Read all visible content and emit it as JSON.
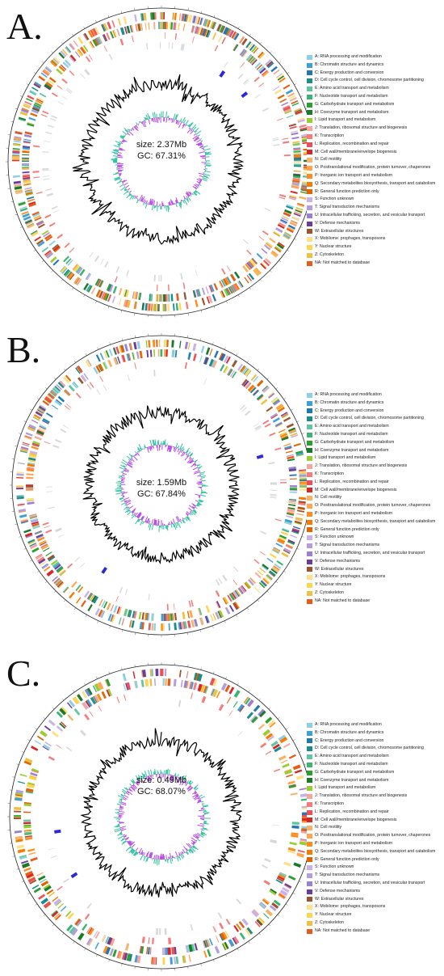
{
  "cog_categories": [
    {
      "label": "A: RNA processing and modification",
      "color": "#8ecfe8"
    },
    {
      "label": "B: Chromatin structure and dynamics",
      "color": "#3fa0d8"
    },
    {
      "label": "C: Energy production and conversion",
      "color": "#1f77b4"
    },
    {
      "label": "D: Cell cycle control, cell division, chromosome partitioning",
      "color": "#1a8c8c"
    },
    {
      "label": "E: Amino acid transport and metabolism",
      "color": "#5fc6a0"
    },
    {
      "label": "F: Nucleotide transport and metabolism",
      "color": "#3cb371"
    },
    {
      "label": "G: Carbohydrate transport and metabolism",
      "color": "#2ca02c"
    },
    {
      "label": "H: Coenzyme transport and metabolism",
      "color": "#1b7a2a"
    },
    {
      "label": "I: Lipid transport and metabolism",
      "color": "#9acd32"
    },
    {
      "label": "J: Translation, ribosomal structure and biogenesis",
      "color": "#f4a6a0"
    },
    {
      "label": "K: Transcription",
      "color": "#f47c7c"
    },
    {
      "label": "L: Replication, recombination and repair",
      "color": "#e8505b"
    },
    {
      "label": "M: Cell wall/membrane/envelope biogenesis",
      "color": "#d62728"
    },
    {
      "label": "N: Cell motility",
      "color": "#f7b267"
    },
    {
      "label": "O: Posttranslational modification, protein turnover, chaperones",
      "color": "#ffa64d"
    },
    {
      "label": "P: Inorganic ion transport and metabolism",
      "color": "#ff8c1a"
    },
    {
      "label": "Q: Secondary metabolites biosynthesis, transport and catabolism",
      "color": "#f57c00"
    },
    {
      "label": "R: General function prediction only",
      "color": "#e06500"
    },
    {
      "label": "S: Function unknown",
      "color": "#c9b3e6"
    },
    {
      "label": "T: Signal transduction mechanisms",
      "color": "#b39ddb"
    },
    {
      "label": "U: Intracellular trafficking, secretion, and vesicular transport",
      "color": "#9b7fd0"
    },
    {
      "label": "V: Defense mechanisms",
      "color": "#6a3d9a"
    },
    {
      "label": "W: Extracellular structures",
      "color": "#a0522d"
    },
    {
      "label": "X: Mobilome: prophages, transposons",
      "color": "#ffe08a"
    },
    {
      "label": "Y: Nuclear structure",
      "color": "#ffd54f"
    },
    {
      "label": "Z: Cytoskeleton",
      "color": "#f0c040"
    },
    {
      "label": "NA: Not matched to database",
      "color": "#e65c1a"
    }
  ],
  "panels": [
    {
      "letter": "A.",
      "size_label": "size: 2.37Mb",
      "gc_label": "GC: 67.31%",
      "seed": 11,
      "density": 1.0,
      "gc_content_color": "#000000",
      "skew_pos_color": "#2ec4a0",
      "skew_neg_color": "#b84de8",
      "rrna_color": "#2a2ad8"
    },
    {
      "letter": "B.",
      "size_label": "size: 1.59Mb",
      "gc_label": "GC: 67.84%",
      "seed": 37,
      "density": 0.85,
      "gc_content_color": "#000000",
      "skew_pos_color": "#2ec4a0",
      "skew_neg_color": "#b84de8",
      "rrna_color": "#2a2ad8"
    },
    {
      "letter": "C.",
      "size_label": "size: 0.49Mb",
      "gc_label": "GC: 68.07%",
      "seed": 73,
      "density": 0.55,
      "gc_content_color": "#000000",
      "skew_pos_color": "#2ec4a0",
      "skew_neg_color": "#b84de8",
      "rrna_color": "#2a2ad8"
    }
  ]
}
